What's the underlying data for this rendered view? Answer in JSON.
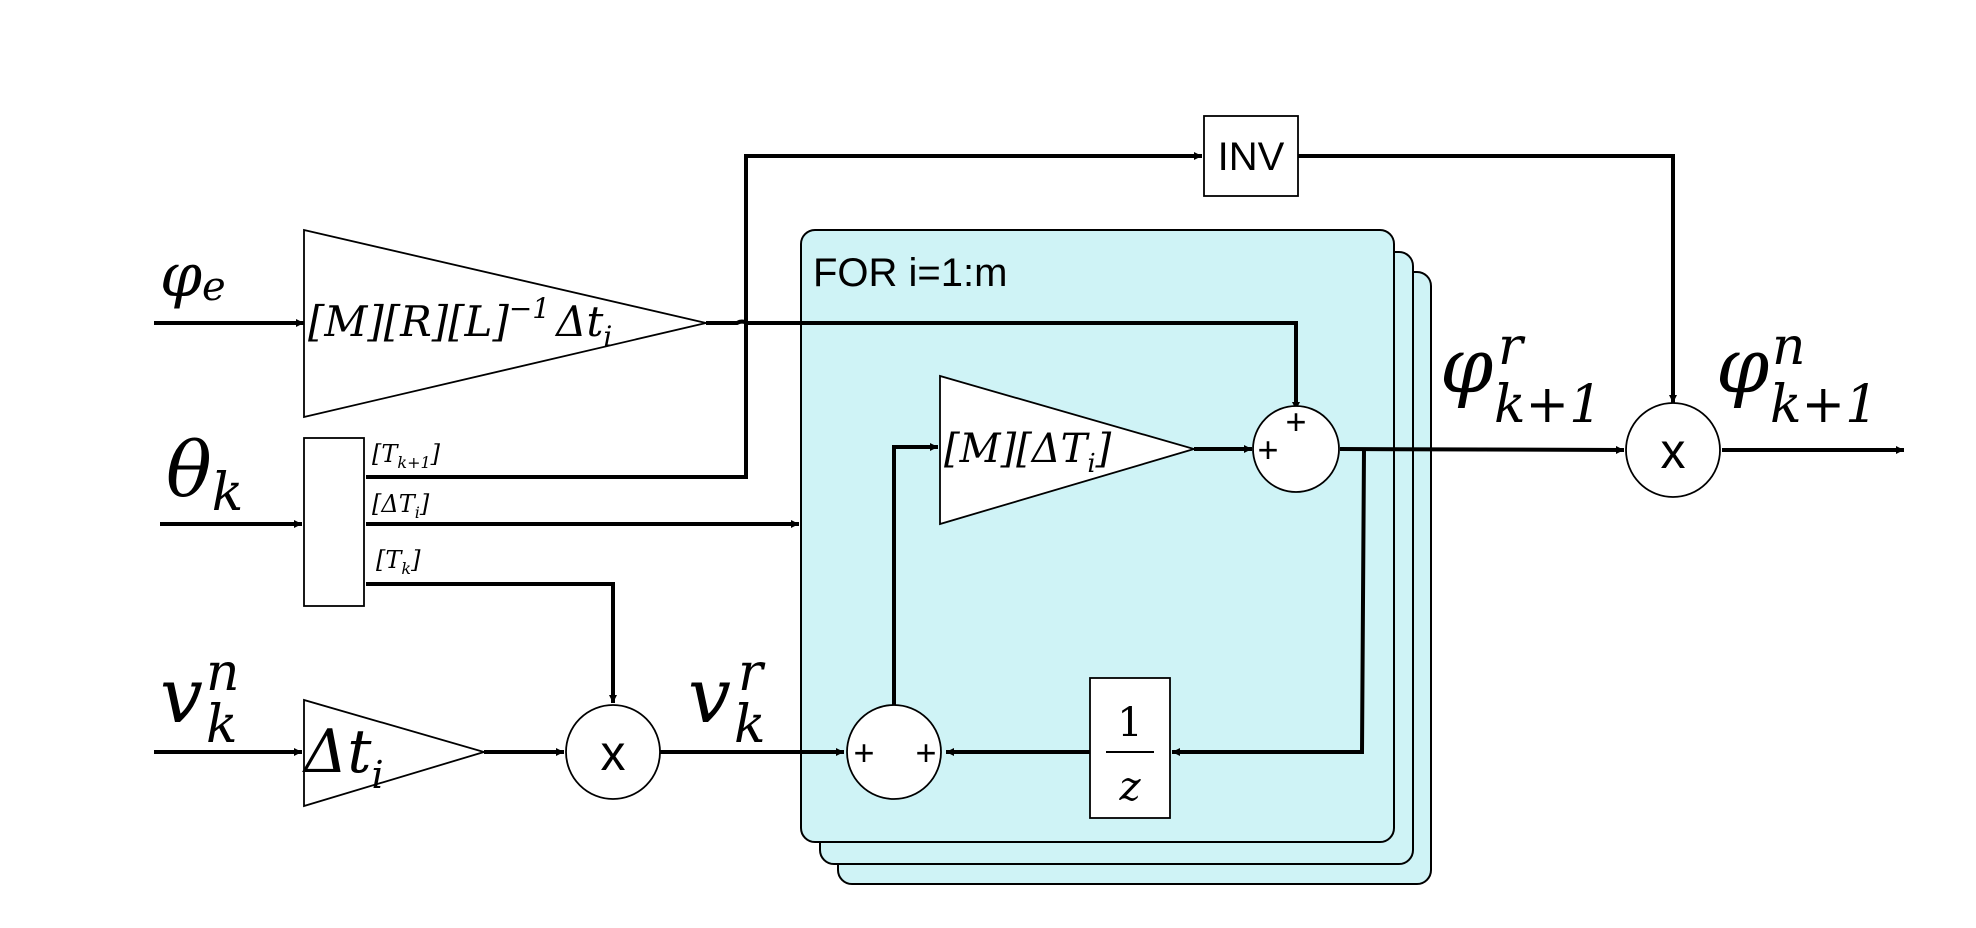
{
  "inputs": {
    "phi_e": {
      "sym": "φ",
      "sub": "e"
    },
    "theta_k": {
      "sym": "θ",
      "sub": "k"
    },
    "v_k_n": {
      "sym": "v",
      "sup": "n",
      "sub": "k"
    }
  },
  "blocks": {
    "gain_top": {
      "pre": "[M][R][L]",
      "exp": "−1",
      "mid": "Δt",
      "sub": "i"
    },
    "demux_outputs": [
      {
        "base": "[T",
        "sub": "k+1",
        "end": "]"
      },
      {
        "base": "[ΔT",
        "sub": "i",
        "end": "]"
      },
      {
        "base": "[T",
        "sub": "k",
        "end": "]"
      }
    ],
    "gain_dt": {
      "mid": "Δt",
      "sub": "i"
    },
    "inv": "INV",
    "loop_label": "FOR i=1:m",
    "gain_inner": {
      "pre": "[M][ΔT",
      "sub": "i",
      "end": "]"
    },
    "delay": {
      "num": "1",
      "den": "z"
    }
  },
  "operators": {
    "multiply": "x",
    "plus": "+"
  },
  "signals": {
    "v_k_r": {
      "sym": "v",
      "sup": "r",
      "sub": "k"
    },
    "phi_r": {
      "sym": "φ",
      "sup": "r",
      "sub": "k+1"
    },
    "phi_n": {
      "sym": "φ",
      "sup": "n",
      "sub": "k+1"
    }
  }
}
